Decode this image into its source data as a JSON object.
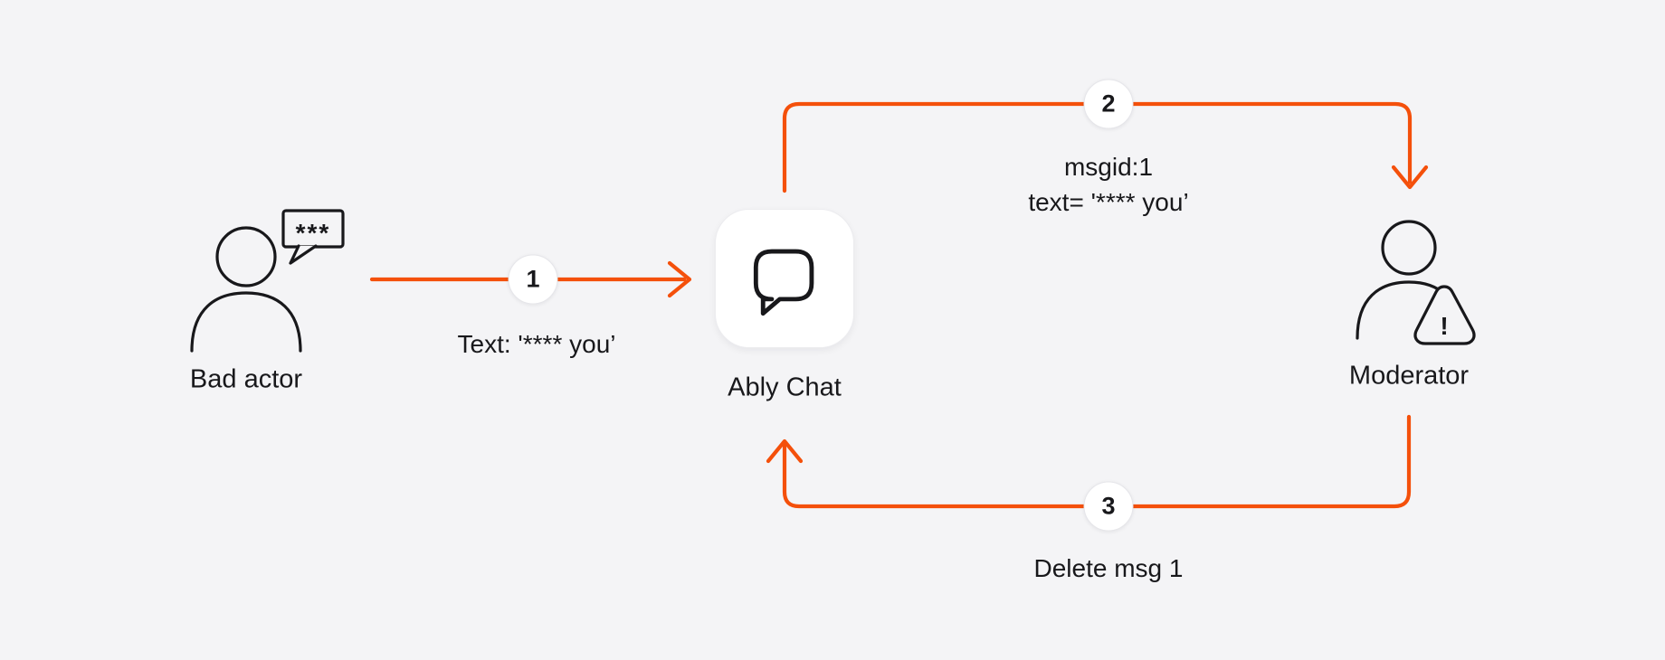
{
  "colors": {
    "background": "#F4F4F6",
    "arrow": "#F4500B",
    "stroke": "#18181B",
    "text": "#18181B",
    "card_bg": "#FFFFFF",
    "badge_border": "#E6E6EA"
  },
  "nodes": {
    "bad_actor": {
      "label": "Bad actor",
      "bubble_text": "***"
    },
    "ably_chat": {
      "label": "Ably Chat"
    },
    "moderator": {
      "label": "Moderator",
      "warning_mark": "!"
    }
  },
  "steps": [
    {
      "number": "1",
      "label": "Text: '**** you’"
    },
    {
      "number": "2",
      "label_line1": "msgid:1",
      "label_line2": "text= '**** you’"
    },
    {
      "number": "3",
      "label": "Delete msg 1"
    }
  ]
}
